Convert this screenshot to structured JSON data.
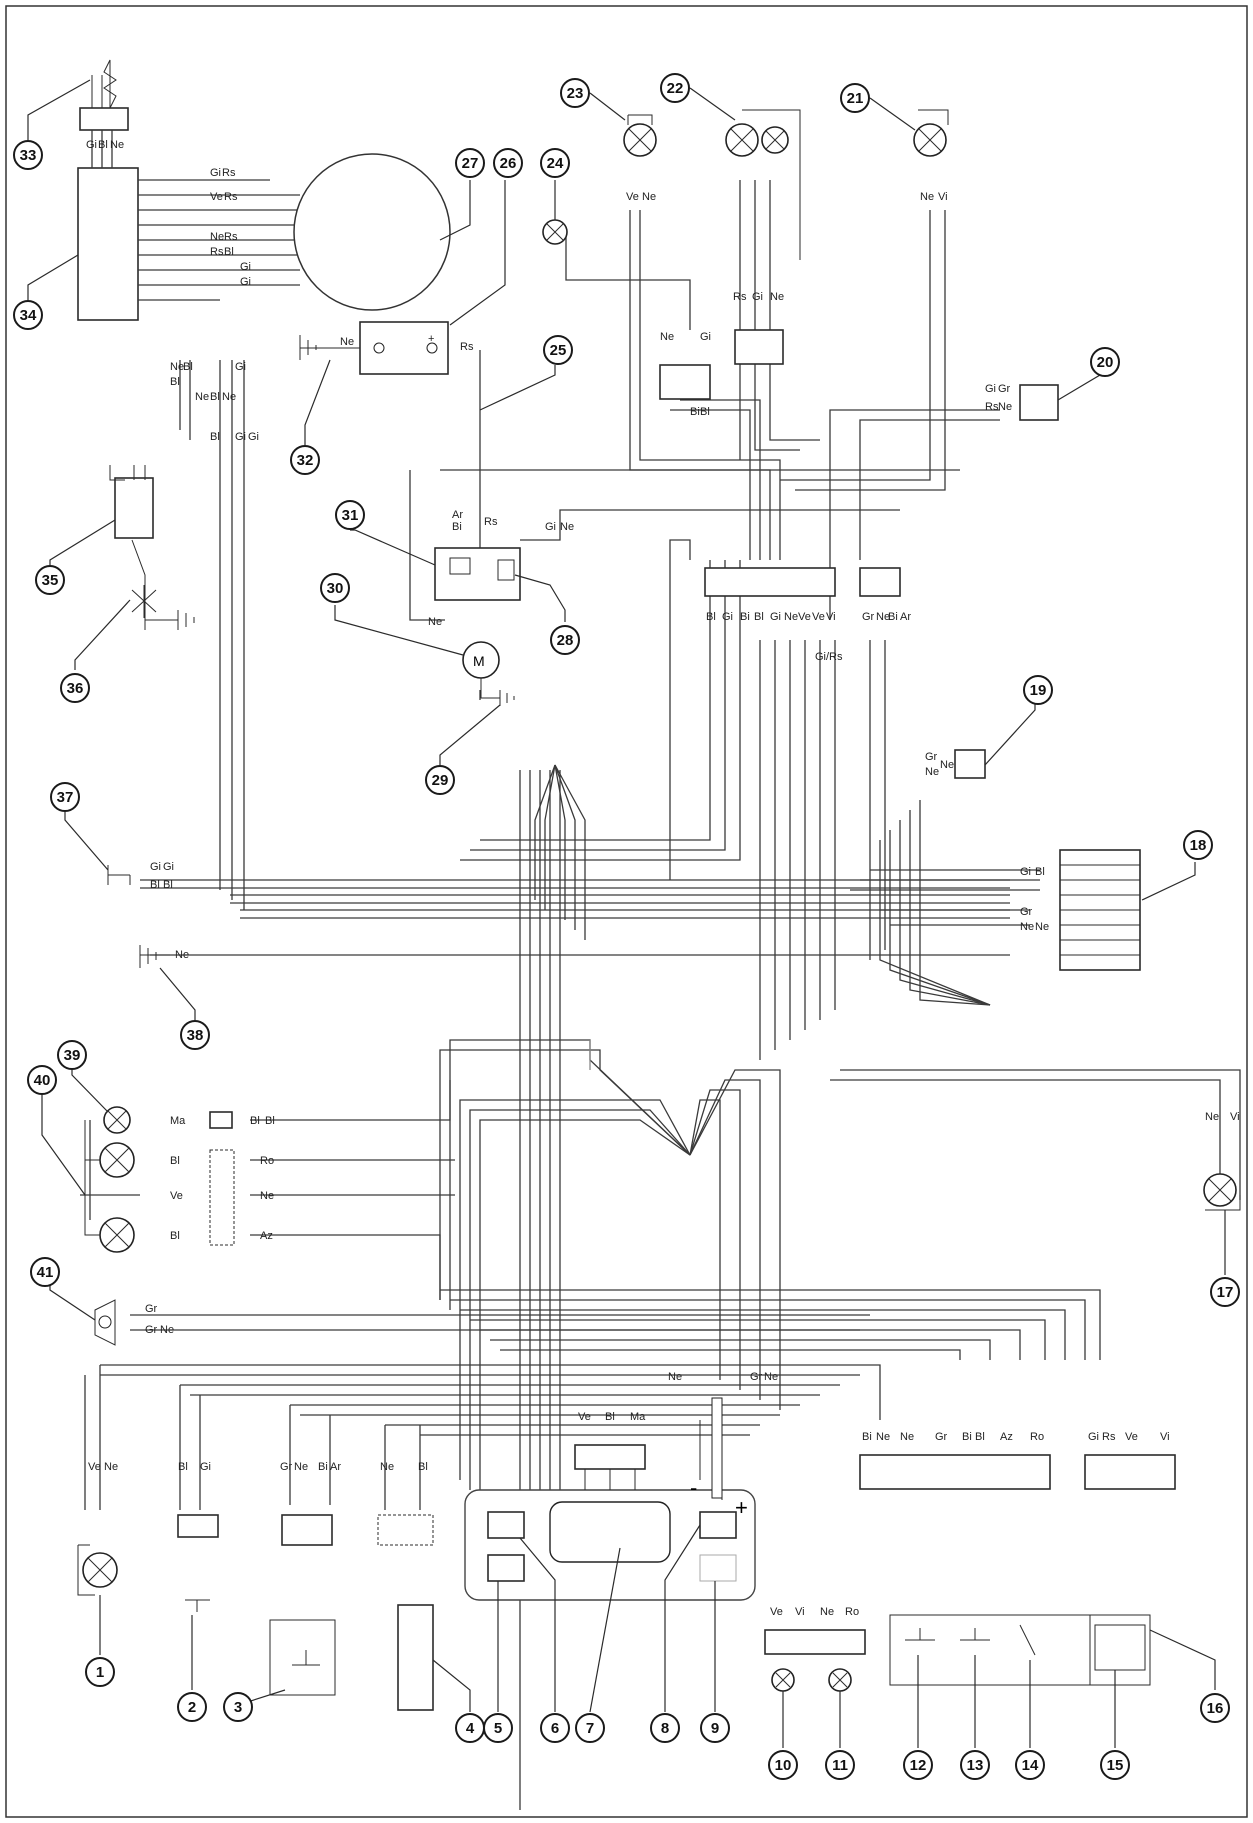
{
  "diagram": {
    "callouts": [
      "1",
      "2",
      "3",
      "4",
      "5",
      "6",
      "7",
      "8",
      "9",
      "10",
      "11",
      "12",
      "13",
      "14",
      "15",
      "16",
      "17",
      "18",
      "19",
      "20",
      "21",
      "22",
      "23",
      "24",
      "25",
      "26",
      "27",
      "28",
      "29",
      "30",
      "31",
      "32",
      "33",
      "34",
      "35",
      "36",
      "37",
      "38",
      "39",
      "40",
      "41"
    ],
    "wire_labels": {
      "c1": [
        "Ve",
        "Ne"
      ],
      "c2": [
        "Bl",
        "Gi"
      ],
      "c3": [
        "Gr",
        "Ne",
        "Bi",
        "Ar"
      ],
      "c4": [
        "Ne",
        "Bl"
      ],
      "c6": [
        "Ve",
        "Bl",
        "Ma"
      ],
      "c9": [
        "Ne",
        "Gr",
        "Ne"
      ],
      "c10": [
        "Ve",
        "Vi",
        "Ne",
        "Ro"
      ],
      "c12": [
        "Bi",
        "Ne",
        "Ne",
        "Gr",
        "Bi",
        "Bl",
        "Az",
        "Ro"
      ],
      "c15": [
        "Gi",
        "Rs",
        "Ve",
        "Vi"
      ],
      "c17": [
        "Ne",
        "Vi"
      ],
      "c18": [
        "Gi",
        "Bl",
        "Gr",
        "Ne",
        "Ne"
      ],
      "c19": [
        "Gr",
        "Ne",
        "Ne"
      ],
      "c20": [
        "Gi",
        "Gr",
        "Rs",
        "Ne"
      ],
      "c21": [
        "Ne",
        "Vi"
      ],
      "c22": [
        "Rs",
        "Gi",
        "Ne"
      ],
      "c23": [
        "Ve",
        "Ne"
      ],
      "c24": [
        "Ne",
        "Gi",
        "Bi",
        "Bl"
      ],
      "c25": [
        "Rs"
      ],
      "c26": [
        "Ne",
        "+"
      ],
      "c28": [
        "Gi",
        "Ne"
      ],
      "c31": [
        "Bi",
        "Ar",
        "Rs",
        "Ne"
      ],
      "c33": [
        "Gi",
        "Bl",
        "Ne"
      ],
      "c34": [
        "Gi",
        "Rs",
        "Ve",
        "Rs",
        "Ne",
        "Rs",
        "Rs",
        "Bl",
        "Gi",
        "Gi"
      ],
      "c35": [
        "Ne",
        "Bl",
        "Bl",
        "Ne",
        "Bl",
        "Ne",
        "Gi",
        "Bl",
        "Gi",
        "Gi"
      ],
      "c37": [
        "Gi",
        "Gi",
        "Bl",
        "Bl"
      ],
      "c38": [
        "Ne"
      ],
      "c39": [
        "Ma",
        "Bl",
        "Bl"
      ],
      "c40": [
        "Bl",
        "Ro",
        "Ve",
        "Ne",
        "Bl",
        "Az"
      ],
      "c41": [
        "Gr",
        "Gr",
        "Ne"
      ],
      "mid": [
        "Bl",
        "Gi",
        "Bi",
        "Bl",
        "Gi",
        "Ne",
        "Ve",
        "Ve",
        "Vi",
        "Gr",
        "Ne",
        "Bi",
        "Ar",
        "Gi/Rs"
      ]
    },
    "motor_symbol": "M",
    "battery_signs": [
      "-",
      "+"
    ]
  }
}
